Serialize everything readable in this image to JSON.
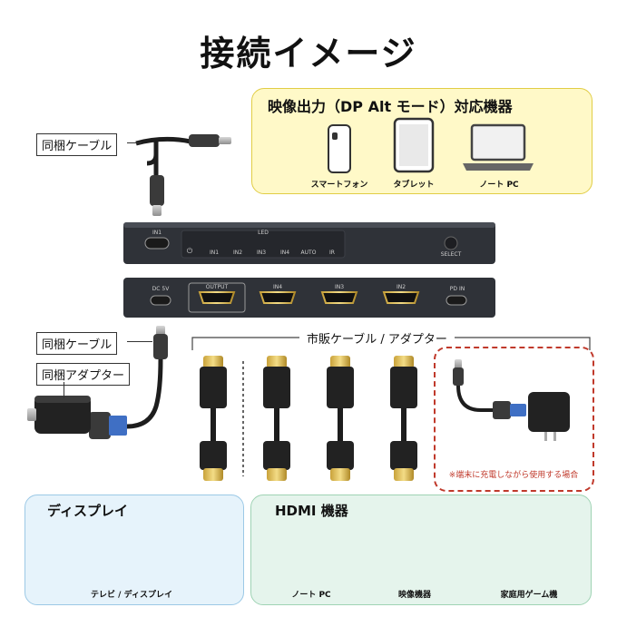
{
  "title": "接続イメージ",
  "video_box": {
    "title": "映像出力（DP Alt モード）対応機器",
    "devices": [
      "スマートフォン",
      "タブレット",
      "ノート PC"
    ]
  },
  "labels": {
    "cable_top": "同梱ケーブル",
    "cable_mid": "同梱ケーブル",
    "adapter": "同梱アダプター",
    "retail": "市販ケーブル / アダプター"
  },
  "switch_front": {
    "port": "IN1",
    "led": "LED",
    "leds": [
      "IN1",
      "IN2",
      "IN3",
      "IN4",
      "AUTO",
      "IR"
    ],
    "select": "SELECT"
  },
  "switch_back": {
    "ports": [
      "DC 5V",
      "OUTPUT",
      "IN4",
      "IN3",
      "IN2",
      "PD IN"
    ]
  },
  "note": "※端末に充電しながら使用する場合",
  "display_box": {
    "title": "ディスプレイ",
    "caption": "テレビ / ディスプレイ"
  },
  "hdmi_box": {
    "title": "HDMI 機器",
    "devices": [
      "ノート PC",
      "映像機器",
      "家庭用ゲーム機"
    ]
  }
}
